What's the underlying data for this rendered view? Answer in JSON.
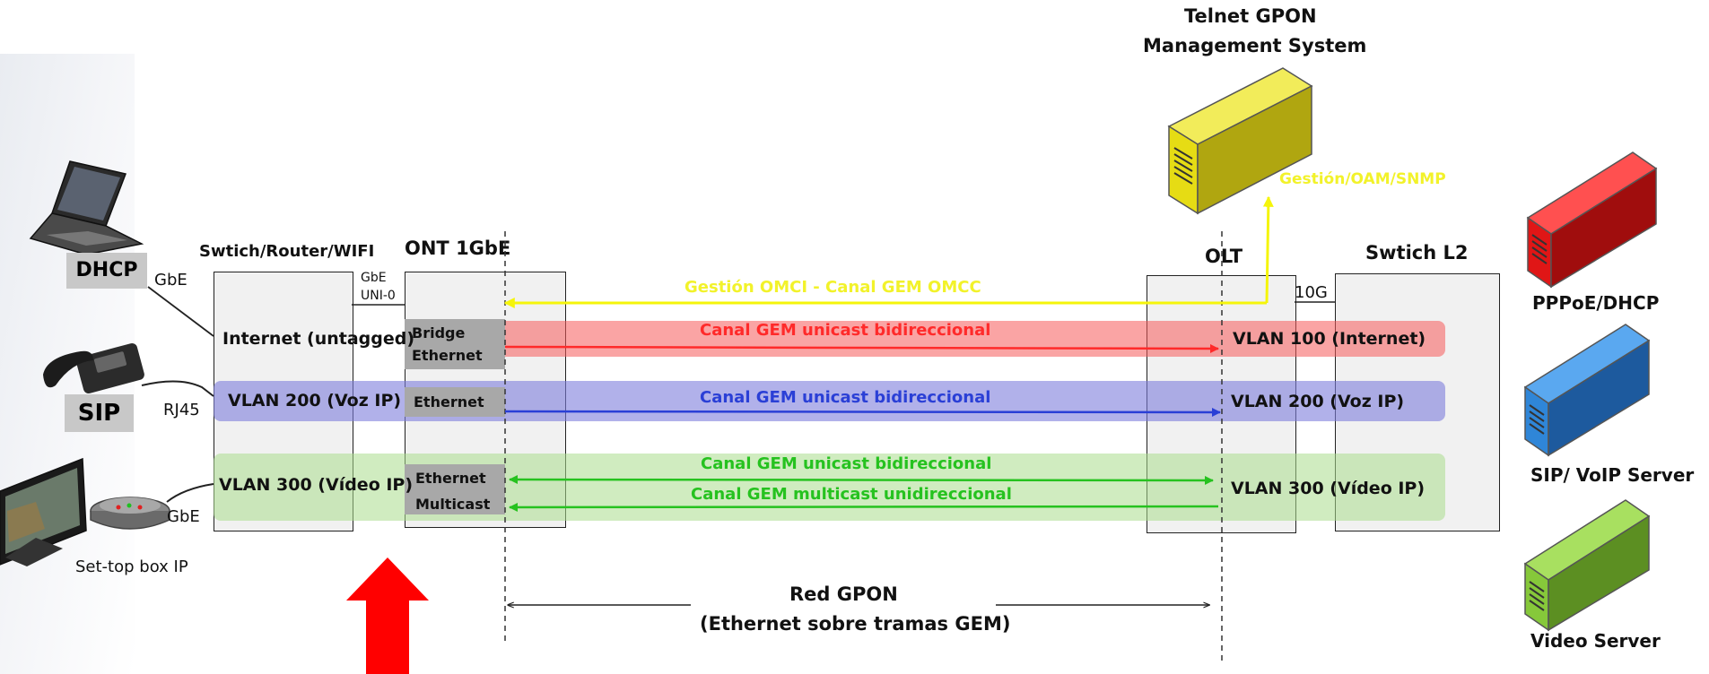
{
  "header": {
    "nms_title_line1": "Telnet GPON",
    "nms_title_line2": "Management System",
    "nms_link": "Gestión/OAM/SNMP"
  },
  "devices": {
    "pc_label": "DHCP",
    "phone_label": "SIP",
    "stb_label": "Set-top box IP",
    "port_gbe_1": "GbE",
    "port_rj45": "RJ45",
    "port_gbe_2": "GbE"
  },
  "switch_router": {
    "title": "Swtich/Router/WIFI",
    "row1": "Internet (untagged)",
    "row2": "VLAN 200 (Voz IP)",
    "row3": "VLAN 300 (Vídeo IP)"
  },
  "ont": {
    "title": "ONT 1GbE",
    "port_line1": "GbE",
    "port_line2": "UNI-0",
    "bridge_line1": "Bridge",
    "bridge_line2": "Ethernet",
    "ethernet": "Ethernet",
    "ethernet2": "Ethernet",
    "multicast": "Multicast"
  },
  "olt": {
    "title": "OLT",
    "port": "10G",
    "vlan100": "VLAN 100 (Internet)",
    "vlan200": "VLAN 200 (Voz IP)",
    "vlan300": "VLAN 300 (Vídeo IP)"
  },
  "switch_l2": {
    "title": "Swtich L2"
  },
  "channels": {
    "omci": "Gestión OMCI - Canal GEM OMCC",
    "internet": "Canal GEM unicast  bidireccional",
    "voice": "Canal GEM unicast  bidireccional",
    "video_unicast": "Canal GEM unicast bidireccional",
    "video_multicast": "Canal GEM multicast unidireccional"
  },
  "network": {
    "line1": "Red GPON",
    "line2": "(Ethernet sobre tramas GEM)"
  },
  "servers": {
    "pppoe": "PPPoE/DHCP",
    "sip": "SIP/ VoIP  Server",
    "video": "Video Server"
  },
  "colors": {
    "omci": "#f5f50a",
    "internet": "#ff2a2a",
    "voice": "#2a3fd6",
    "video": "#26c21f",
    "nms_server": "#e6dc14",
    "pppoe_server": "#e01616",
    "sip_server": "#2f86d8",
    "video_server": "#86c83a",
    "red_arrow": "#ff0000"
  }
}
